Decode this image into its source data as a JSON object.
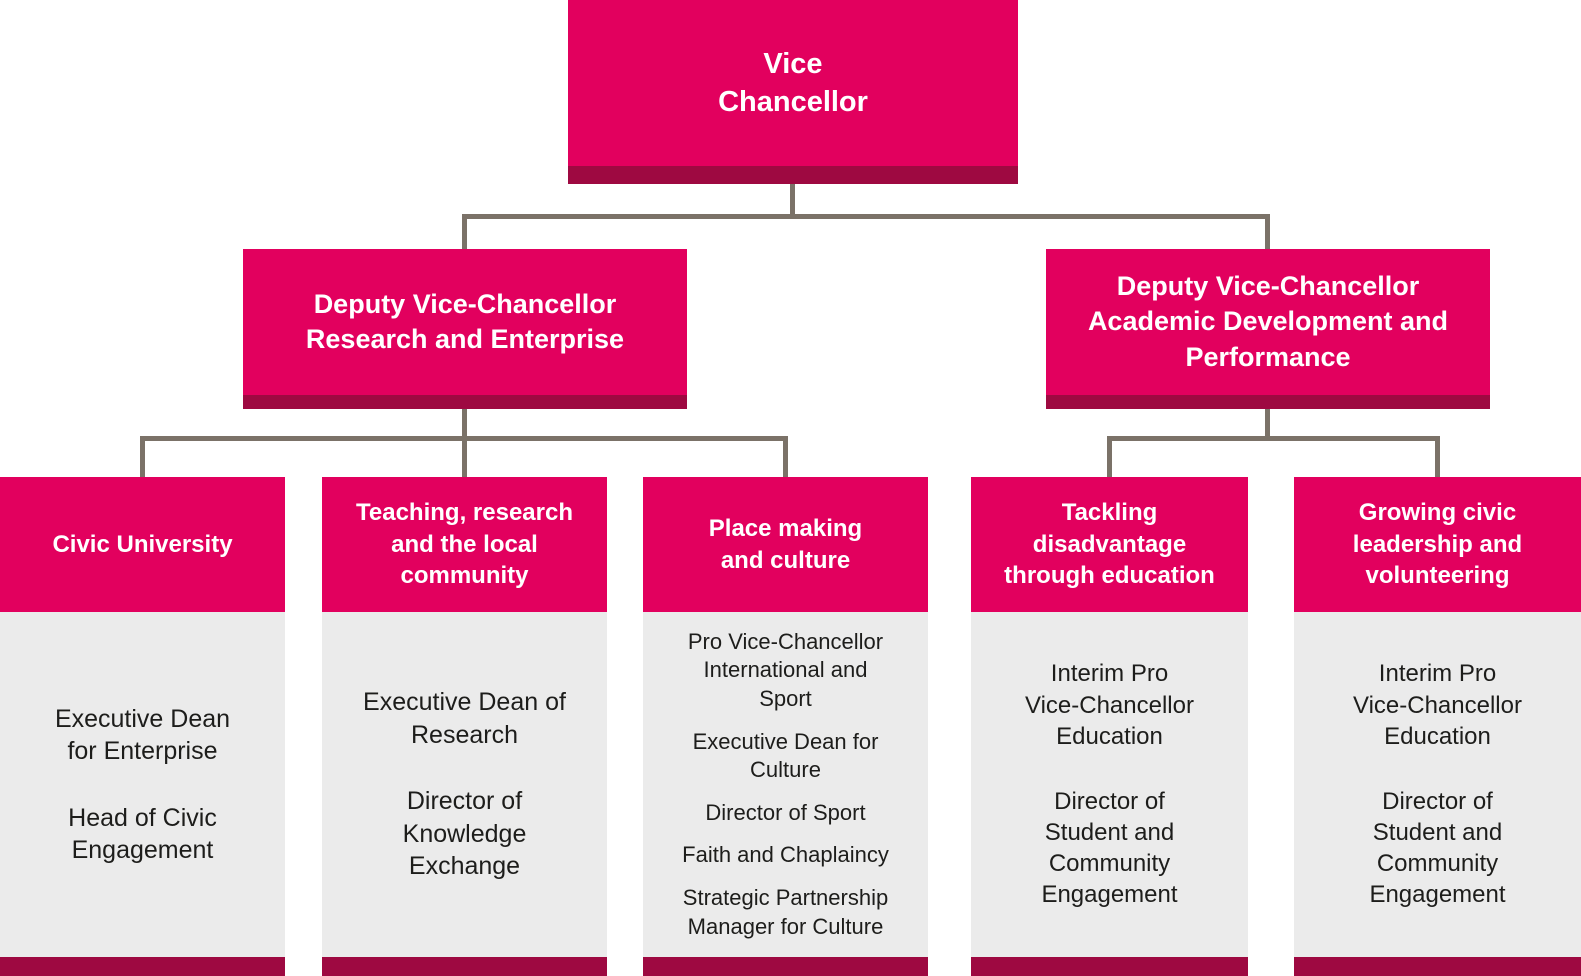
{
  "colors": {
    "box_pink": "#E2005E",
    "box_shadow": "#9E0941",
    "panel_gray": "#EBEBEB",
    "connector": "#7B7268",
    "header_text": "#FFFFFF",
    "body_text": "#1D1D1B"
  },
  "chart": {
    "root": {
      "title": "Vice\nChancellor"
    },
    "deputies": [
      {
        "title": "Deputy Vice-Chancellor\nResearch and Enterprise"
      },
      {
        "title": "Deputy Vice-Chancellor\nAcademic Development and\nPerformance"
      }
    ],
    "columns": [
      {
        "header": "Civic University",
        "items": [
          "Executive Dean\nfor Enterprise",
          "Head of Civic\nEngagement"
        ]
      },
      {
        "header": "Teaching, research\nand the local\ncommunity",
        "items": [
          "Executive Dean of\nResearch",
          "Director of\nKnowledge\nExchange"
        ]
      },
      {
        "header": "Place making\nand culture",
        "items": [
          "Pro Vice-Chancellor\nInternational and\nSport",
          "Executive Dean for\nCulture",
          "Director of Sport",
          "Faith and Chaplaincy",
          "Strategic Partnership\nManager for Culture"
        ]
      },
      {
        "header": "Tackling\ndisadvantage\nthrough education",
        "items": [
          "Interim Pro\nVice-Chancellor\nEducation",
          "Director of\nStudent and\nCommunity\nEngagement"
        ]
      },
      {
        "header": "Growing civic\nleadership and\nvolunteering",
        "items": [
          "Interim Pro\nVice-Chancellor\nEducation",
          "Director of\nStudent and\nCommunity\nEngagement"
        ]
      }
    ]
  }
}
